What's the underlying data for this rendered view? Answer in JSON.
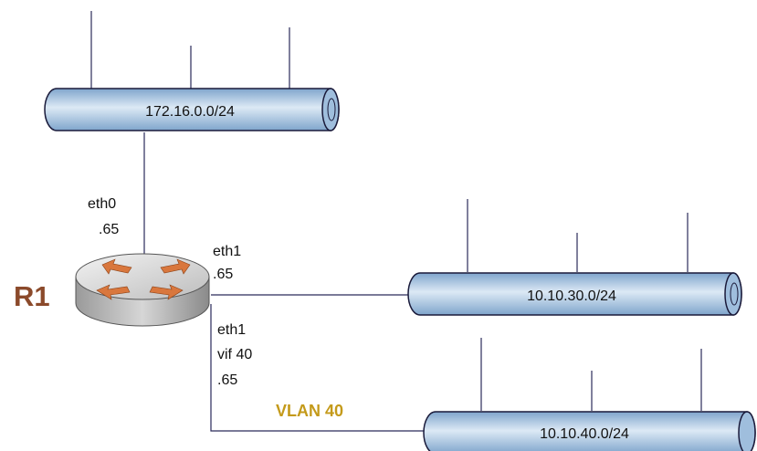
{
  "networks": [
    {
      "id": "net-top",
      "cidr": "172.16.0.0/24"
    },
    {
      "id": "net-mid",
      "cidr": "10.10.30.0/24"
    },
    {
      "id": "net-bottom",
      "cidr": "10.10.40.0/24"
    }
  ],
  "router": {
    "name": "R1",
    "interfaces": {
      "eth0": {
        "name": "eth0",
        "addr": ".65"
      },
      "eth1": {
        "name": "eth1",
        "addr": ".65"
      },
      "eth1_vif": {
        "name": "eth1",
        "vif": "vif 40",
        "addr": ".65"
      }
    }
  },
  "vlan_label": "VLAN 40",
  "colors": {
    "router_label": "#8B4A2B",
    "vlan_label": "#C49A1A",
    "bus_fill_light": "#DCE9F5",
    "bus_fill_dark": "#8FB3D6",
    "arrow": "#D9773D"
  }
}
